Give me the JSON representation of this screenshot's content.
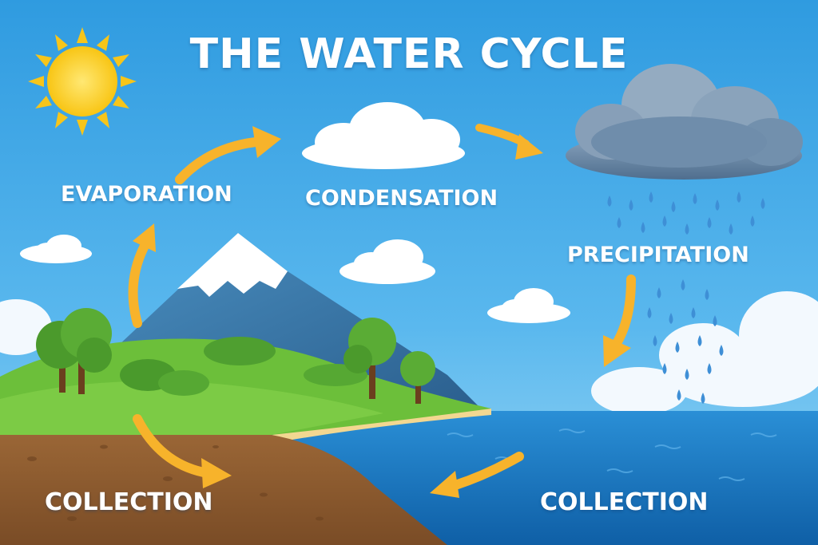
{
  "title": "THE WATER CYCLE",
  "stages": {
    "evaporation": "EVAPORATION",
    "condensation": "CONDENSATION",
    "precipitation": "PRECIPITATION",
    "collection_land": "COLLECTION",
    "collection_sea": "COLLECTION"
  },
  "colors": {
    "sky_top": "#2f9be0",
    "sky_bottom": "#8fd1f2",
    "sun": "#fcd21c",
    "arrow": "#f7b32b",
    "sea": "#1f7fc4",
    "soil": "#8a5a30",
    "grass": "#6cbf3a",
    "mountain": "#3a78a8",
    "storm_cloud": "#5f7f9f",
    "rain": "#3e8fd6"
  },
  "icons": [
    "sun-icon",
    "cloud-icon",
    "storm-cloud-icon",
    "raindrop-icon",
    "tree-icon",
    "mountain-icon",
    "arrow-icon"
  ]
}
